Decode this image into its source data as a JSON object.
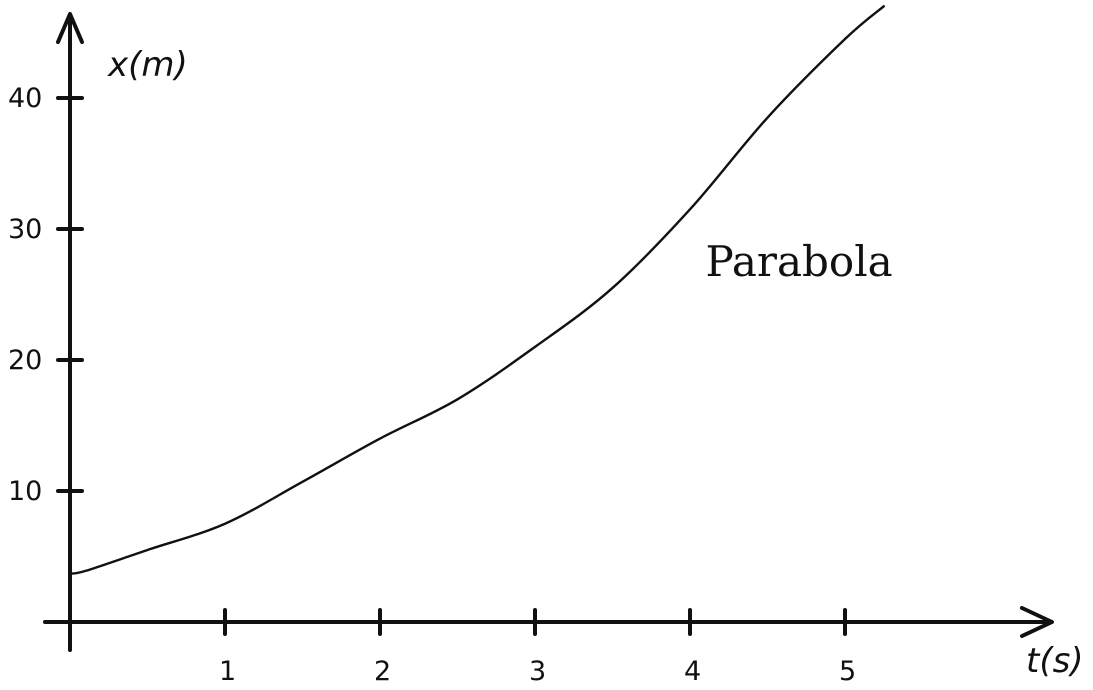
{
  "chart_data": {
    "type": "line",
    "xlabel": "t(s)",
    "ylabel": "x(m)",
    "xlim": [
      0,
      6.3
    ],
    "ylim": [
      0,
      46
    ],
    "x_ticks": [
      1,
      2,
      3,
      4,
      5
    ],
    "y_ticks": [
      10,
      20,
      30,
      40
    ],
    "grid": false,
    "series": [
      {
        "x": [
          0,
          0.1,
          0.5,
          1,
          1.5,
          2,
          2.5,
          3,
          3.5,
          4,
          4.5,
          5,
          5.25
        ],
        "values": [
          3.7,
          3.9,
          5.5,
          7.5,
          10.7,
          14,
          17,
          21,
          25.5,
          31.5,
          38.5,
          44.5,
          47
        ]
      }
    ],
    "annotations": [
      {
        "text": "Parabola",
        "x": 4.1,
        "y": 26.4
      }
    ],
    "colors": {
      "line": "#111111",
      "background": "#ffffff"
    }
  }
}
